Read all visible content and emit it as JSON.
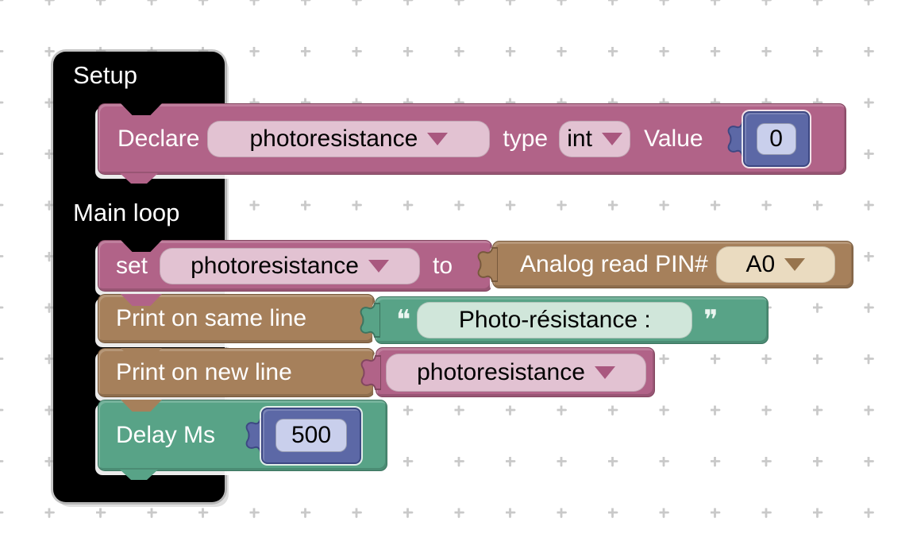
{
  "colors": {
    "variable_pink": "#b16388",
    "io_brown": "#a6805b",
    "string_green": "#58a387",
    "number_blue": "#5c68a6",
    "container_black": "#000000",
    "grid_cross": "#c9c9c9",
    "background": "#ffffff"
  },
  "container": {
    "setup_label": "Setup",
    "main_loop_label": "Main loop"
  },
  "blocks": {
    "declare": {
      "keyword": "Declare",
      "variable": "photoresistance",
      "type_keyword": "type",
      "type": "int",
      "value_keyword": "Value",
      "value": "0"
    },
    "set": {
      "keyword": "set",
      "variable": "photoresistance",
      "to_keyword": "to"
    },
    "analog_read": {
      "label": "Analog read PIN#",
      "pin": "A0"
    },
    "print_same_line": {
      "label": "Print on same line"
    },
    "string_literal": {
      "open_quote": "❝",
      "text": "Photo-résistance :",
      "close_quote": "❞"
    },
    "print_new_line": {
      "label": "Print on new line"
    },
    "variable_getter": {
      "variable": "photoresistance"
    },
    "delay": {
      "label": "Delay Ms",
      "value": "500"
    }
  }
}
